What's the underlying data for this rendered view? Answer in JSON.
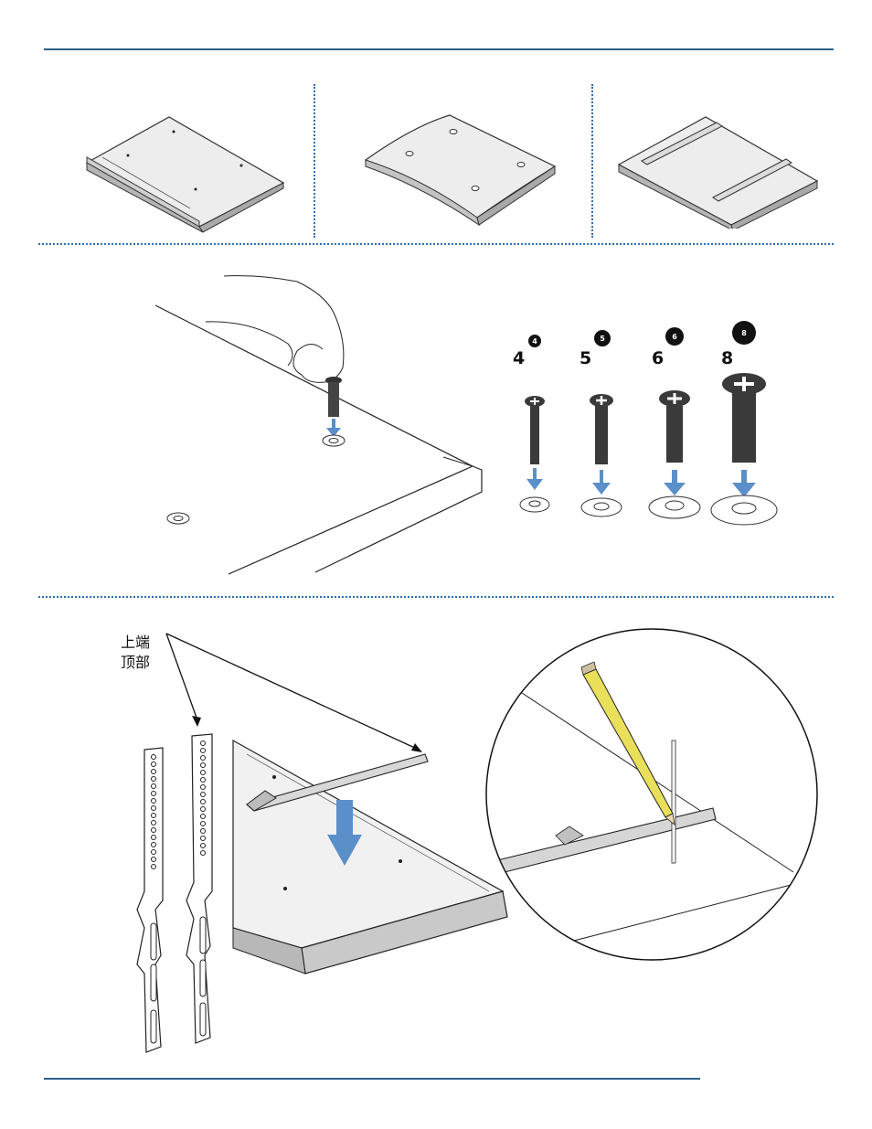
{
  "colors": {
    "rule": "#2e5f8a",
    "dots": "#2e6fae",
    "arrow": "#5b8fc9",
    "pencil": "#e9df5a",
    "tv_top": "#f1f1f1",
    "tv_side": "#c9c9c9",
    "screw": "#3a3a3a"
  },
  "screws": [
    {
      "badge": "4",
      "label": "4"
    },
    {
      "badge": "5",
      "label": "5"
    },
    {
      "badge": "6",
      "label": "6"
    },
    {
      "badge": "8",
      "label": "8"
    }
  ],
  "top_label": {
    "line1": "上端",
    "line2": "顶部"
  }
}
